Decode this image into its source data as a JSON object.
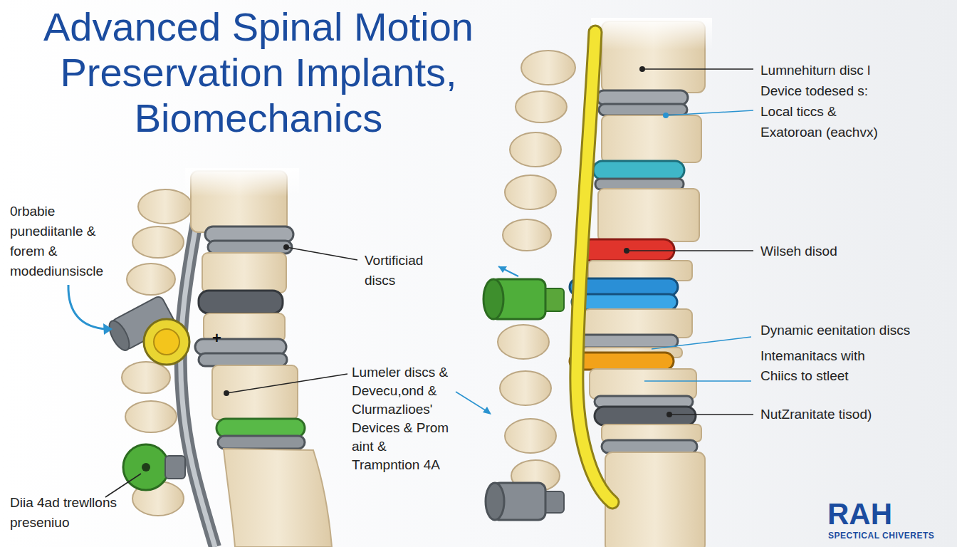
{
  "diagram": {
    "title": "Advanced Spinal Motion Preservation Implants, Biomechanics",
    "labels": [
      "0rbabie punediitanle & forem & modediunsiscle",
      "Vortificiad discs",
      "+",
      "Lumeler discs & Devecu,ond & Clurmazlioes' Devices & Prom aint & Trampntion 4A",
      "Diia 4ad trewllons preseniuo",
      "Lumnehiturn disc l Device todesed s: Local ticcs & Exatoroan (eachvx)",
      "Wilseh disod",
      "Dynamic eenitation discs",
      "Intemanitacs with Chiics to stleet",
      "NutZranitate tisod)",
      "RAH",
      "SPECTICAL CHIVERETS"
    ]
  }
}
